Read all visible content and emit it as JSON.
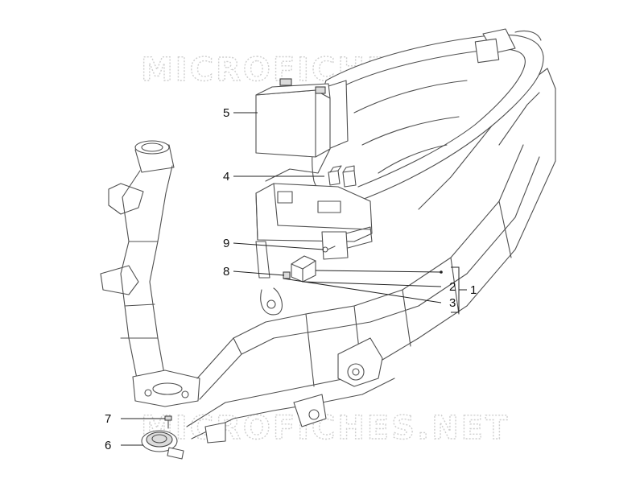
{
  "watermark": {
    "top": "MICROFICHES.NET",
    "bottom": "MICROFICHES.NET"
  },
  "callouts": [
    {
      "number": "1",
      "icon": "bracket-group-icon"
    },
    {
      "number": "2",
      "icon": "relay-icon"
    },
    {
      "number": "3",
      "icon": "relay-icon"
    },
    {
      "number": "4",
      "icon": "relay-icon"
    },
    {
      "number": "5",
      "icon": "battery-icon"
    },
    {
      "number": "6",
      "icon": "horn-icon"
    },
    {
      "number": "7",
      "icon": "screw-icon"
    },
    {
      "number": "8",
      "icon": "clip-icon"
    },
    {
      "number": "9",
      "icon": "screw-icon"
    }
  ]
}
